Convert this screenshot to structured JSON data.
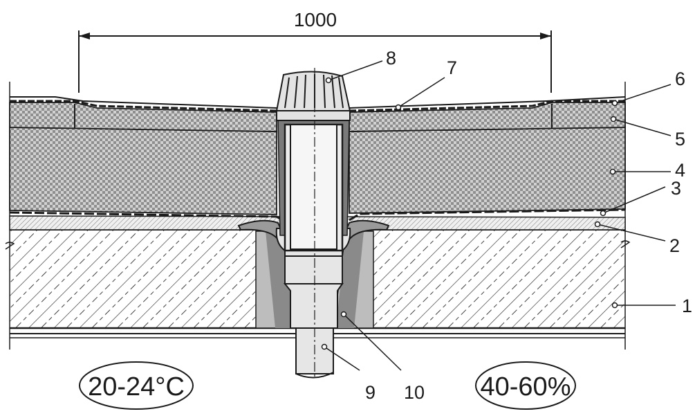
{
  "dimension": {
    "label": "1000"
  },
  "callouts": [
    "1",
    "2",
    "3",
    "4",
    "5",
    "6",
    "7",
    "8",
    "9",
    "10"
  ],
  "conditions": {
    "temperature": "20-24°C",
    "humidity": "40-60%"
  },
  "colors": {
    "concrete_fill": "#ffffff",
    "hatch": "#2a2a2a",
    "insulation_fill": "#c9c9c9",
    "grout": "#bdbdbd",
    "grout_dark": "#8a8a8a",
    "pipe": "#e6e6e6",
    "line": "#1a1a1a"
  }
}
